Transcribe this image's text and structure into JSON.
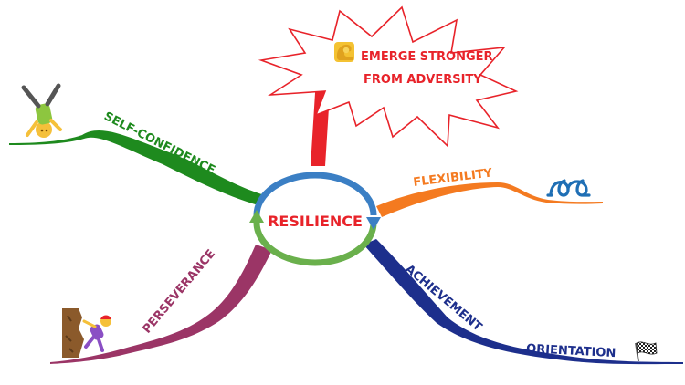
{
  "center": {
    "label": "RESILIENCE",
    "label_color": "#e8232a",
    "ring_colors": [
      "#3b7fc4",
      "#6ab04c"
    ]
  },
  "callout": {
    "line1": "EMERGE STRONGER",
    "line2": "FROM ADVERSITY",
    "color": "#e8232a",
    "icon": "flexed-biceps-icon"
  },
  "branches": [
    {
      "id": "self-confidence",
      "label": "SELF-CONFIDENCE",
      "color": "#1e8a1e",
      "icon": "cartwheel-person-icon"
    },
    {
      "id": "flexibility",
      "label": "FLEXIBILITY",
      "color": "#f47a20",
      "icon": "double-curly-loop-icon"
    },
    {
      "id": "perseverance",
      "label": "PERSEVERANCE",
      "color": "#9b3566",
      "icon": "climbing-person-icon"
    },
    {
      "id": "achievement",
      "label": "ACHIEVEMENT",
      "color": "#1d2f8c",
      "icon": ""
    },
    {
      "id": "orientation",
      "label": "ORIENTATION",
      "color": "#1d2f8c",
      "icon": "chequered-flag-icon"
    }
  ]
}
